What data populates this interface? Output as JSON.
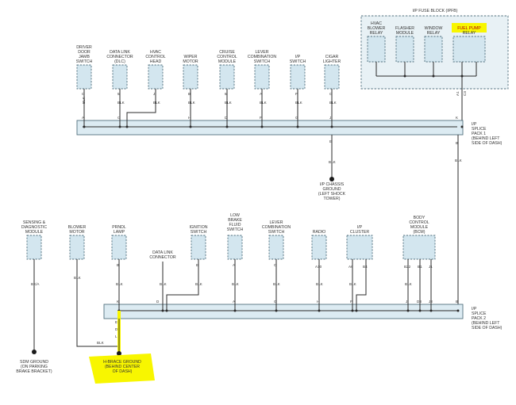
{
  "fuse_block": {
    "title": "I/P FUSE BLOCK (IPFB)",
    "relays": [
      [
        "HVAC",
        "BLOWER",
        "RELAY"
      ],
      [
        "FLASHER",
        "MODULE"
      ],
      [
        "WINDOW",
        "RELAY"
      ],
      [
        "FUEL PUMP",
        "RELAY"
      ]
    ],
    "pins": [
      "A1",
      "C3"
    ]
  },
  "splice_pack_1": {
    "label": [
      "I/P",
      "SPLICE",
      "PACK 1",
      "(BEHIND LEFT",
      "SIDE OF DASH)"
    ],
    "components": [
      {
        "label": [
          "DRIVER",
          "DOOR",
          "JAMB",
          "SWITCH"
        ],
        "pin": "C",
        "wire": "BLK",
        "splice_pin": "A"
      },
      {
        "label": [
          "DATA LINK",
          "CONNECTOR",
          "(DLC)"
        ],
        "pin": "5",
        "wire": "BLK",
        "splice_pin": "C"
      },
      {
        "label": [
          "HVAC",
          "CONTROL",
          "HEAD"
        ],
        "pin": "J",
        "wire": "BLK",
        "splice_pin": "K"
      },
      {
        "label": [
          "WIPER",
          "MOTOR"
        ],
        "pin": "B",
        "wire": "BLK",
        "splice_pin": "H"
      },
      {
        "label": [
          "CRUISE",
          "CONTROL",
          "MODULE"
        ],
        "pin": "6",
        "wire": "BLK",
        "splice_pin": "D"
      },
      {
        "label": [
          "LEVER",
          "COMBINATION",
          "SWITCH"
        ],
        "pin": "A",
        "wire": "BLK",
        "splice_pin": "F"
      },
      {
        "label": [
          "I/P",
          "SWITCH"
        ],
        "pin": "F",
        "wire": "BLK",
        "splice_pin": "G"
      },
      {
        "label": [
          "CIGAR",
          "LIGHTER"
        ],
        "pin": "C",
        "wire": "BLK",
        "splice_pin": "J"
      }
    ],
    "right_pins": [
      "K",
      "B"
    ],
    "ground_pin": "E",
    "ground_wire": "BLK",
    "ground_label": [
      "I/P CHASSIS",
      "GROUND",
      "(LEFT SHOCK",
      "TOWER)"
    ],
    "link_wire": "BLK"
  },
  "splice_pack_2": {
    "label": [
      "I/P",
      "SPLICE",
      "PACK 2",
      "(BEHIND LEFT",
      "SIDE OF DASH)"
    ],
    "components": [
      {
        "label": [
          "BLOWER",
          "MOTOR"
        ],
        "pin": "",
        "wire": "BLK",
        "splice_pin": ""
      },
      {
        "label": [
          "PRNDL",
          "LAMP"
        ],
        "pin": "B",
        "wire": "BLK",
        "splice_pin": "K"
      },
      {
        "label": [
          "DATA LINK",
          "CONNECTOR"
        ],
        "pin": "",
        "wire": "BLK",
        "splice_pin": "D"
      },
      {
        "label": [
          "IGNITION",
          "SWITCH"
        ],
        "pin": "E",
        "wire": "BLK",
        "splice_pin": "C"
      },
      {
        "label": [
          "LOW",
          "BRAKE",
          "FLUID",
          "SWITCH"
        ],
        "pin": "A",
        "wire": "BLK",
        "splice_pin": "A"
      },
      {
        "label": [
          "LEVER",
          "COMBINATION",
          "SWITCH"
        ],
        "pin": "C",
        "wire": "BLK",
        "splice_pin": "G"
      },
      {
        "label": [
          "RADIO"
        ],
        "pin": "A10",
        "wire": "BLK",
        "splice_pin": "H"
      },
      {
        "label": [
          "I/P",
          "CLUSTER"
        ],
        "pins": [
          "A6",
          "B4"
        ],
        "wire": "BLK",
        "splice_pin": "F"
      },
      {
        "label": [
          "BODY",
          "CONTROL",
          "MODULE",
          "(BCM)"
        ],
        "pins": [
          "B22",
          "B1",
          "J1"
        ],
        "wire": "BLK",
        "splice_pins": [
          "J",
          "D3",
          "J3"
        ]
      }
    ],
    "right_pins": [
      "B"
    ],
    "ground_pins": [
      "E",
      "D",
      "L"
    ],
    "blower_wire": "BLK",
    "hbrace_label": [
      "H-BRACE GROUND",
      "(BEHIND CENTER",
      "OF DASH)"
    ]
  },
  "sdm": {
    "label": [
      "SENSING &",
      "DIAGNOSTIC",
      "MODULE"
    ],
    "wire": "BK/A",
    "ground_label": [
      "SDM GROUND",
      "(ON PARKING",
      "BRAKE BRACKET)"
    ]
  },
  "colors": {
    "component_fill": "#d3e6ef",
    "component_stroke": "#51707e",
    "highlight": "#f8f600",
    "wire": "#2b2b2b"
  }
}
